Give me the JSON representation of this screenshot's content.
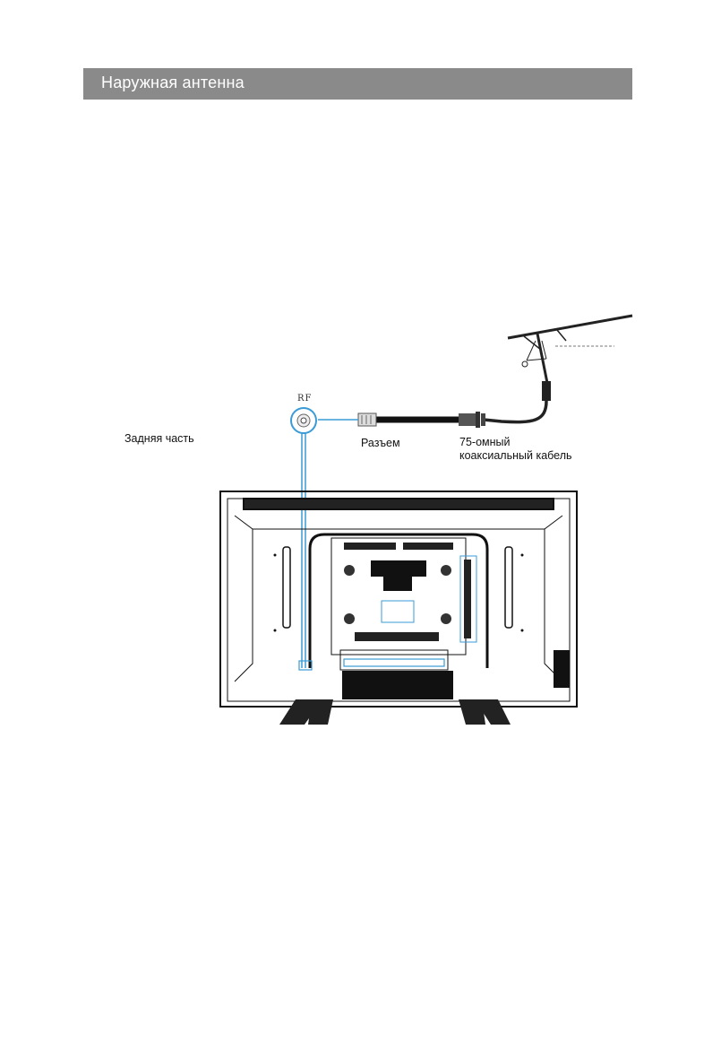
{
  "header": {
    "title": "Наружная антенна"
  },
  "diagram": {
    "rf_label": "RF",
    "back_label": "Задняя часть",
    "connector_label": "Разъем",
    "cable_label_line1": "75-омный",
    "cable_label_line2": "коаксиальный кабель",
    "highlight_color": "#3a9bd6",
    "icons": [
      "antenna-icon",
      "rf-port-icon",
      "connector-icon",
      "coaxial-cable-icon",
      "tv-back-panel-icon"
    ]
  }
}
